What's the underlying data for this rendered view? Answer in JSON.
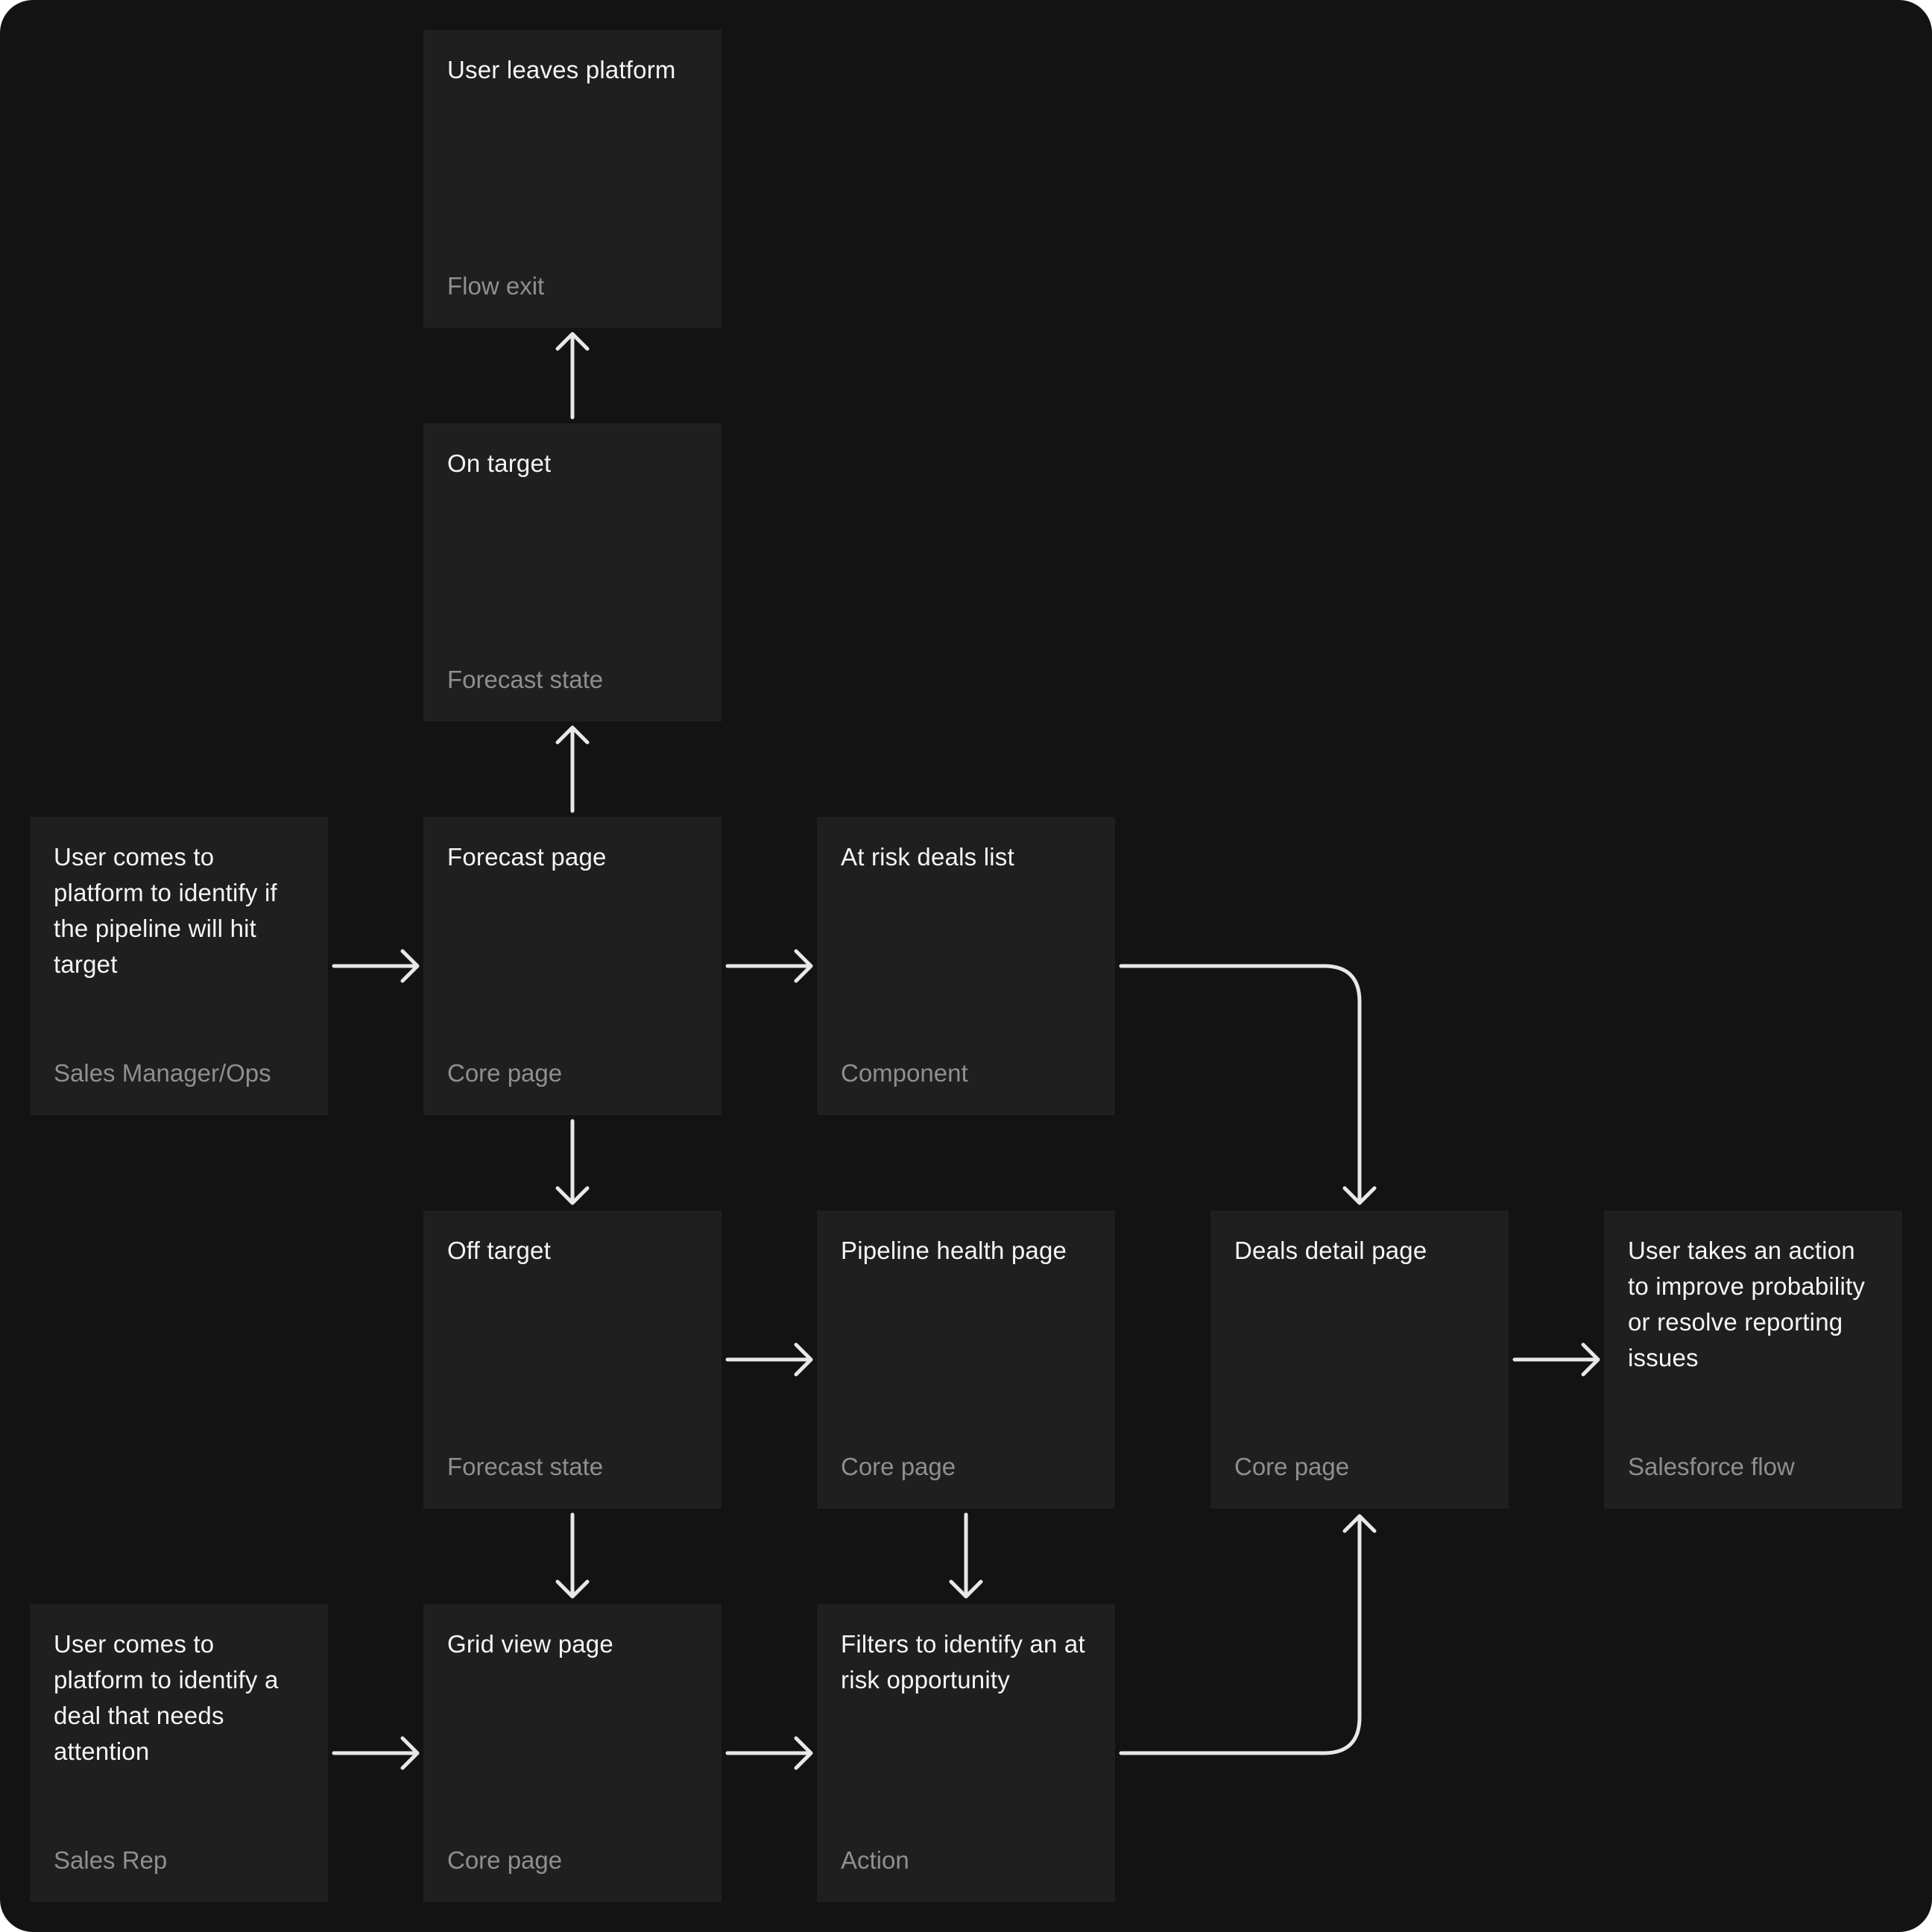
{
  "nodes": [
    {
      "id": "user-leaves",
      "title": "User leaves platform",
      "type": "Flow exit"
    },
    {
      "id": "on-target",
      "title": "On target",
      "type": "Forecast state"
    },
    {
      "id": "manager-entry",
      "title": "User comes to platform to identify if the pipeline will hit target",
      "type": "Sales Manager/Ops"
    },
    {
      "id": "forecast-page",
      "title": "Forecast page",
      "type": "Core page"
    },
    {
      "id": "at-risk-list",
      "title": "At risk deals list",
      "type": "Component"
    },
    {
      "id": "off-target",
      "title": "Off target",
      "type": "Forecast state"
    },
    {
      "id": "pipeline-health",
      "title": "Pipeline health page",
      "type": "Core page"
    },
    {
      "id": "deals-detail",
      "title": "Deals detail page",
      "type": "Core page"
    },
    {
      "id": "user-action",
      "title": "User takes an action to improve probability or resolve reporting issues",
      "type": "Salesforce flow"
    },
    {
      "id": "rep-entry",
      "title": "User comes to platform to identify a deal that needs attention",
      "type": "Sales Rep"
    },
    {
      "id": "grid-view",
      "title": "Grid view page",
      "type": "Core page"
    },
    {
      "id": "filters",
      "title": "Filters to identify an at risk opportunity",
      "type": "Action"
    }
  ],
  "colors": {
    "background": "#131313",
    "node": "#1f1f1f",
    "arrow": "#e8e8e8",
    "title": "#f5f5f5",
    "subtitle": "#8f8f8f"
  }
}
